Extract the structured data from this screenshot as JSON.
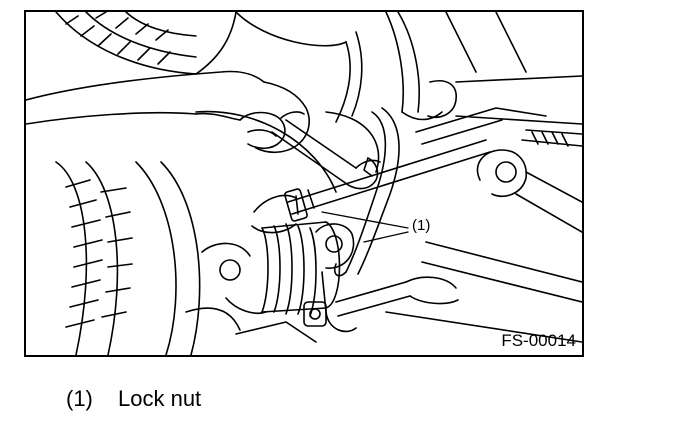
{
  "figure": {
    "figure_id": "FS-00014",
    "callout": "(1)"
  },
  "legend": {
    "number": "(1)",
    "label": "Lock nut"
  }
}
